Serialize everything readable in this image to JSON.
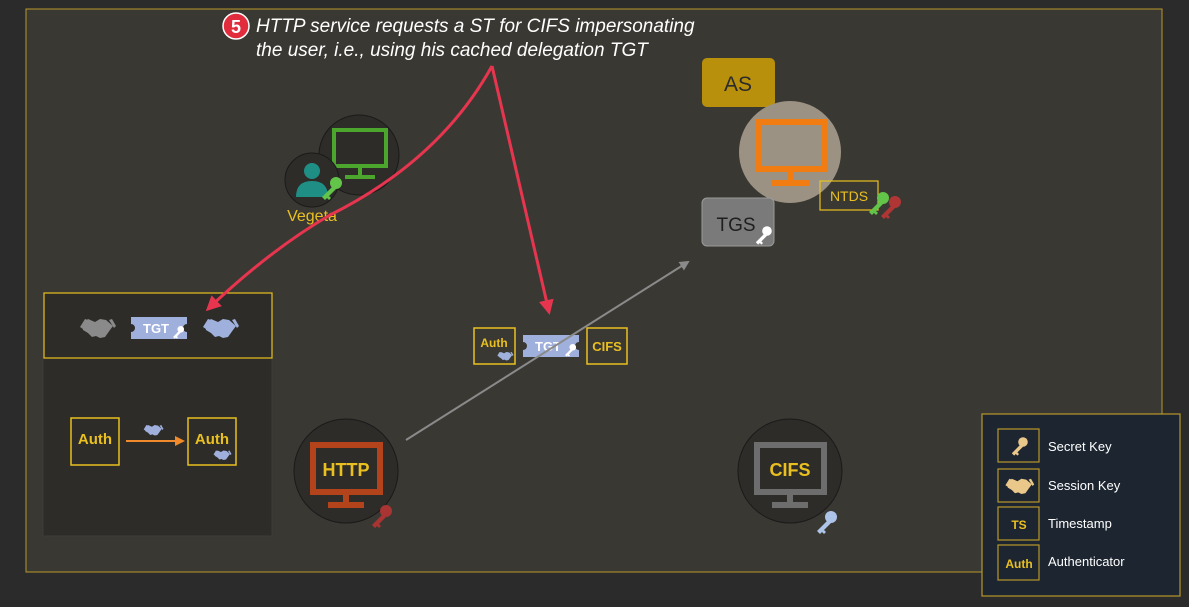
{
  "step": {
    "number": "5",
    "line1": "HTTP service requests a ST for CIFS impersonating",
    "line2": "the user, i.e., using his cached delegation TGT"
  },
  "user": {
    "name": "Vegeta"
  },
  "dc": {
    "as_label": "AS",
    "tgs_label": "TGS",
    "ntds_label": "NTDS"
  },
  "http": {
    "label": "HTTP"
  },
  "cifs": {
    "label": "CIFS"
  },
  "cache_panel": {
    "ticket_label": "TGT",
    "auth_left": "Auth",
    "auth_right": "Auth"
  },
  "request": {
    "auth_label": "Auth",
    "ticket_label": "TGT",
    "service_label": "CIFS"
  },
  "legend": {
    "items": [
      {
        "icon": "key-icon",
        "badge": "",
        "label": "Secret Key"
      },
      {
        "icon": "handshake-icon",
        "badge": "",
        "label": "Session Key"
      },
      {
        "icon": "timestamp-badge",
        "badge": "TS",
        "label": "Timestamp"
      },
      {
        "icon": "authenticator-badge",
        "badge": "Auth",
        "label": "Authenticator"
      }
    ]
  },
  "colors": {
    "background": "#2b2b2b",
    "scene": "#3a3833",
    "frame_gold": "#b8972a",
    "label_yellow": "#e9c01f",
    "arrow_red": "#e8354f",
    "ticket_blue": "#9fb0dc",
    "http_orange": "#b3431a",
    "dc_orange": "#f07c12",
    "user_green": "#4ca52c",
    "user_teal": "#1f8f86",
    "cifs_gray": "#6d6d6d",
    "legend_bg": "#1c2530"
  }
}
